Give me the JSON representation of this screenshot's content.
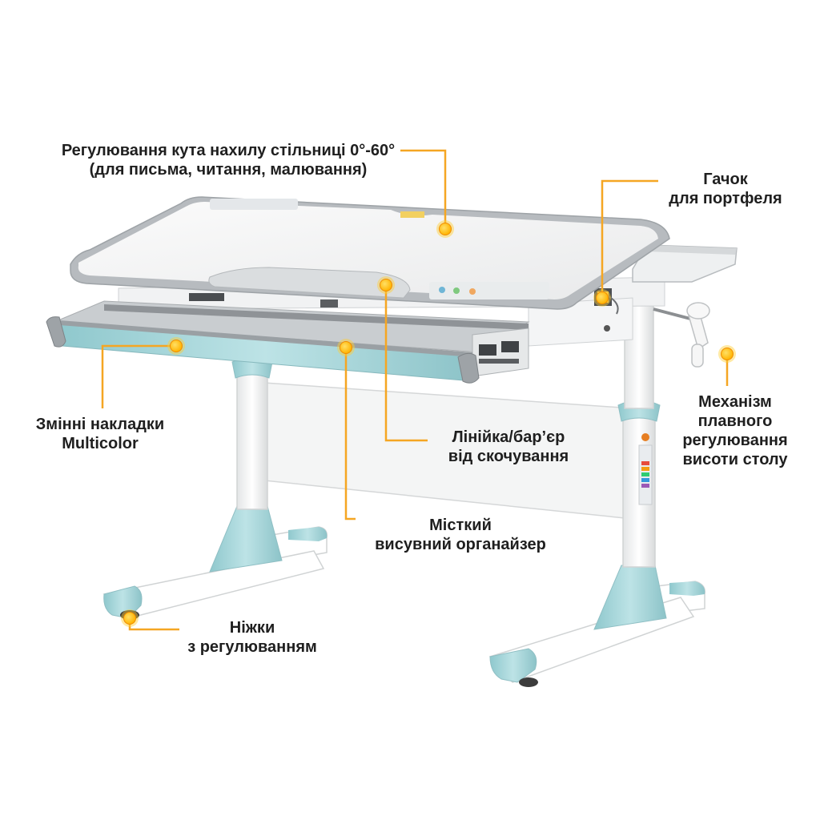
{
  "callouts": {
    "tilt": {
      "line1": "Регулювання кута нахилу стільниці 0°-60°",
      "line2": "(для письма, читання, малювання)"
    },
    "hook": {
      "line1": "Гачок",
      "line2": "для портфеля"
    },
    "mechanism": {
      "line1": "Механізм",
      "line2": "плавного",
      "line3": "регулювання",
      "line4": "висоти столу"
    },
    "overlays": {
      "line1": "Змінні накладки",
      "line2": "Multicolor"
    },
    "ruler": {
      "line1": "Лінійка/бар’єр",
      "line2": "від скочування"
    },
    "organizer": {
      "line1": "Місткий",
      "line2": "висувний органайзер"
    },
    "feet": {
      "line1": "Ніжки",
      "line2": "з регулюванням"
    }
  },
  "colors": {
    "callout_line": "#f5a623",
    "marker": "#ffc21a",
    "accent_blue": "#a9d8dc",
    "desk_gray": "#b9bdc1",
    "desk_white": "#f2f3f4"
  }
}
